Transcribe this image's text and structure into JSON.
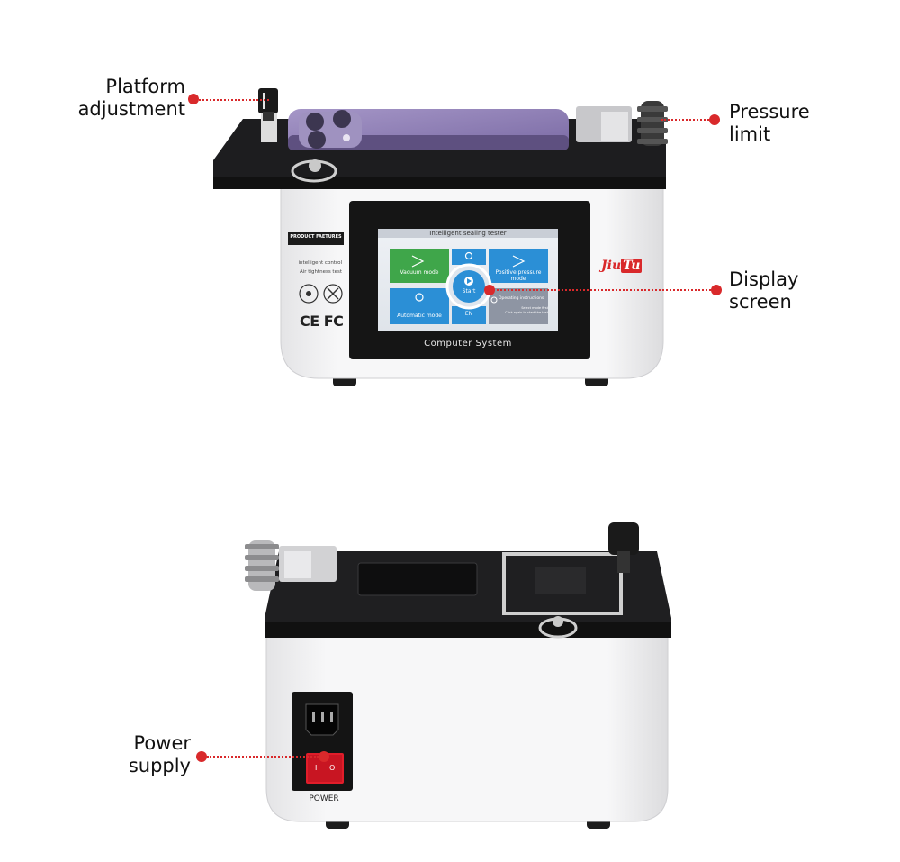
{
  "callouts": {
    "platform_adjustment": [
      "Platform",
      "adjustment"
    ],
    "pressure_limit": [
      "Pressure",
      "limit"
    ],
    "display_screen": [
      "Display",
      "screen"
    ],
    "power_supply": [
      "Power",
      "supply"
    ]
  },
  "device_front": {
    "features_title": "PRODUCT FAETURES",
    "features_lines": [
      "intelligent control",
      "Air tightness test"
    ],
    "certifications": "CE FC",
    "brand": [
      "Jiu",
      "Tu"
    ],
    "screen": {
      "header": "Intelligent sealing tester",
      "vacuum_mode": "Vacuum mode",
      "positive_pressure_mode": [
        "Positive pressure",
        "mode"
      ],
      "automatic_mode": "Automatic mode",
      "start": "Start",
      "operating_instructions": "Operating instructions",
      "instructions_lines": [
        "Select mode first",
        "Click again to start the test"
      ],
      "lang": "EN",
      "footer": "Computer System"
    }
  },
  "device_back": {
    "power_label": "POWER",
    "switch_marks": [
      "I",
      "O"
    ]
  },
  "colors": {
    "accent": "#d9292b",
    "vacuum_green": "#3fa64a",
    "mode_blue": "#2b8fd6",
    "phone_purple": "#8e7bb3"
  }
}
